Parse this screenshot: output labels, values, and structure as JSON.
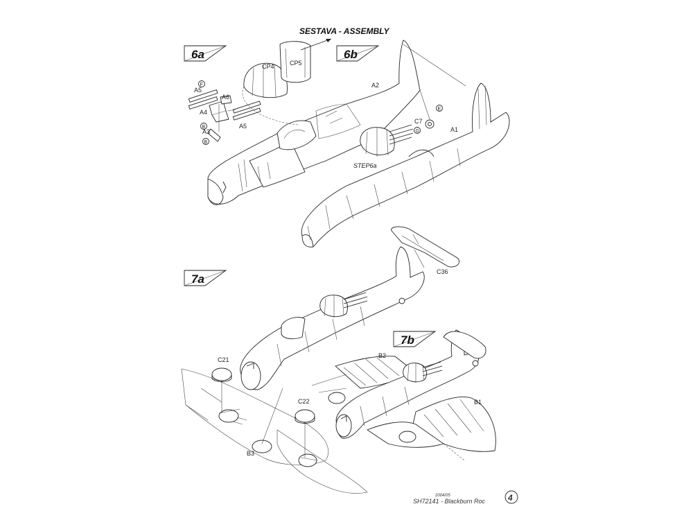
{
  "title": "SESTAVA - ASSEMBLY",
  "steps": {
    "s6a": "6a",
    "s6b": "6b",
    "s7a": "7a",
    "s7b": "7b"
  },
  "parts": {
    "cp4": "CP4",
    "cp5": "CP5",
    "a1": "A1",
    "a2": "A2",
    "a3": "A3",
    "a4": "A4",
    "a5_left": "A5",
    "a5_right": "A5",
    "a6": "A6",
    "c7": "C7",
    "c21": "C21",
    "c22": "C22",
    "c36": "C36",
    "b1": "B1",
    "b2": "B2",
    "b3": "B3"
  },
  "step_ref": "STEP6a",
  "glue_markers": {
    "f1": "F",
    "b1": "B",
    "b2": "B",
    "e1": "E",
    "g1": "G"
  },
  "footer": {
    "code": "SH72141 - Blackburn Roc",
    "page": "4",
    "year": "2004/05"
  }
}
